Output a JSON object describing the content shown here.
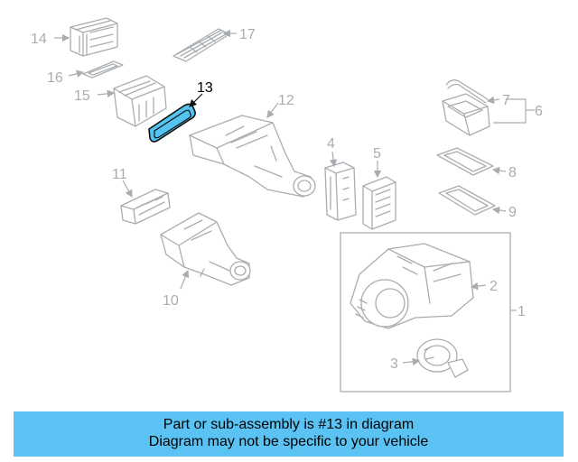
{
  "diagram": {
    "callouts": {
      "c1": "1",
      "c2": "2",
      "c3": "3",
      "c4": "4",
      "c5": "5",
      "c6": "6",
      "c7": "7",
      "c8": "8",
      "c9": "9",
      "c10": "10",
      "c11": "11",
      "c12": "12",
      "c13": "13",
      "c14": "14",
      "c15": "15",
      "c16": "16",
      "c17": "17"
    },
    "highlighted_part": "13",
    "colors": {
      "highlight": "#54c4f2",
      "line_art": "#a9adb1",
      "banner": "#5bc3f3"
    }
  },
  "banner": {
    "line1": "Part or sub-assembly is #13 in diagram",
    "line2": "Diagram may not be specific to your vehicle"
  }
}
